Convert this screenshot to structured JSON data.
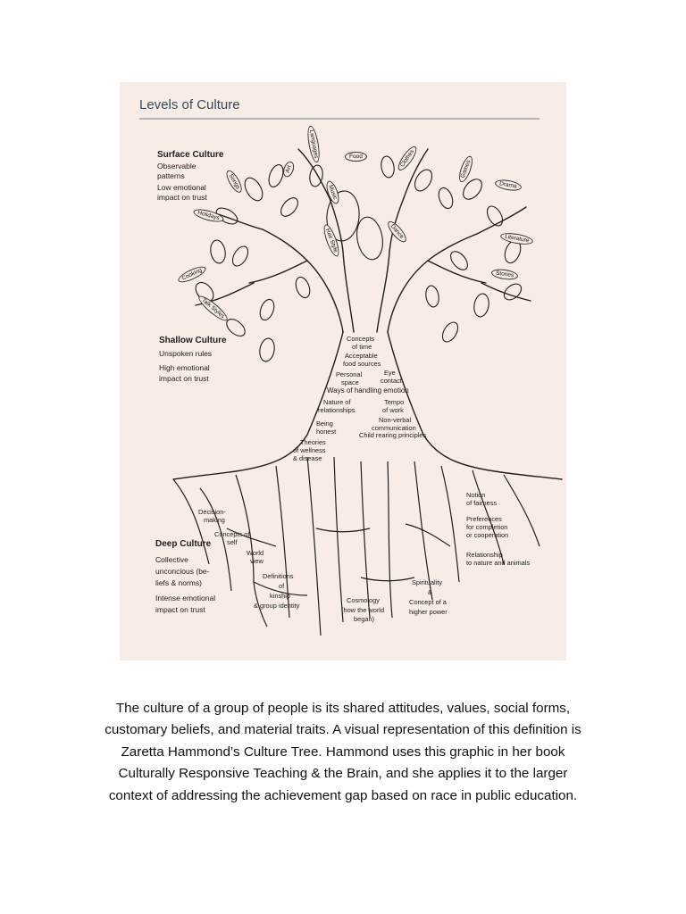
{
  "figure": {
    "title": "Levels of Culture",
    "surface": {
      "heading": "Surface Culture",
      "lines": [
        "Observable",
        "patterns",
        "Low emotional",
        "impact on trust"
      ]
    },
    "shallow": {
      "heading": "Shallow Culture",
      "lines": [
        "Unspoken rules",
        "High emotional",
        "impact on trust"
      ]
    },
    "deep": {
      "heading": "Deep Culture",
      "lines": [
        "Collective",
        "unconcious (be-",
        "liefs & norms)",
        "Intense emotional",
        "impact on trust"
      ]
    },
    "leaves": {
      "languages": "Languages",
      "food": "Food",
      "clothes": "Clothes",
      "games": "Games",
      "drama": "Drama",
      "art": "Art",
      "songs": "Songs",
      "holidays": "Holidays",
      "music": "Music",
      "hair": "Hair Style",
      "dance": "Dance",
      "literature": "Literature",
      "stories": "Stories",
      "cooking": "Cooking",
      "talk": "Talk Styles"
    },
    "trunk": {
      "concepts_time": [
        "Concepts",
        "of time"
      ],
      "acceptable_food": [
        "Acceptable",
        "food sources"
      ],
      "personal_space": [
        "Personal",
        "space"
      ],
      "eye_contact": [
        "Eye",
        "contact"
      ],
      "handling_emotion": "Ways of handling emotion",
      "nature_relationships": [
        "Nature of",
        "relationships"
      ],
      "tempo_work": [
        "Tempo",
        "of work"
      ],
      "being_honest": [
        "Being",
        "honest"
      ],
      "nonverbal": [
        "Non-verbal",
        "communication"
      ],
      "child_rearing": "Child rearing principles",
      "wellness": [
        "Theories",
        "of wellness",
        "& disease"
      ]
    },
    "roots": {
      "decision": [
        "Decision-",
        "making"
      ],
      "self": [
        "Concepts of",
        "self"
      ],
      "world": [
        "World",
        "view"
      ],
      "kinship": [
        "Definitions",
        "of",
        "kinship",
        "& group identity"
      ],
      "cosmology": [
        "Cosmology",
        "(how the world",
        "began)"
      ],
      "spirituality": [
        "Spirituality",
        "&",
        "Concept of a",
        "higher power"
      ],
      "fairness": [
        "Notion",
        "of fairness"
      ],
      "preferences": [
        "Preferences",
        "for completion",
        "or cooperation"
      ],
      "nature_animals": [
        "Relationship",
        "to nature and animals"
      ]
    }
  },
  "caption": {
    "lines": [
      "The culture of a group of people is its shared attitudes, values, social forms,",
      "customary beliefs, and material traits. A visual representation of this definition is",
      "Zaretta Hammond’s Culture Tree. Hammond uses this graphic in her book",
      "Culturally Responsive Teaching & the Brain, and she applies it to the larger",
      "context of addressing the achievement gap based on race in public education."
    ]
  },
  "colors": {
    "paper": "#f7ece6",
    "ink": "#1d1d1d",
    "title": "#3a4a5c"
  }
}
